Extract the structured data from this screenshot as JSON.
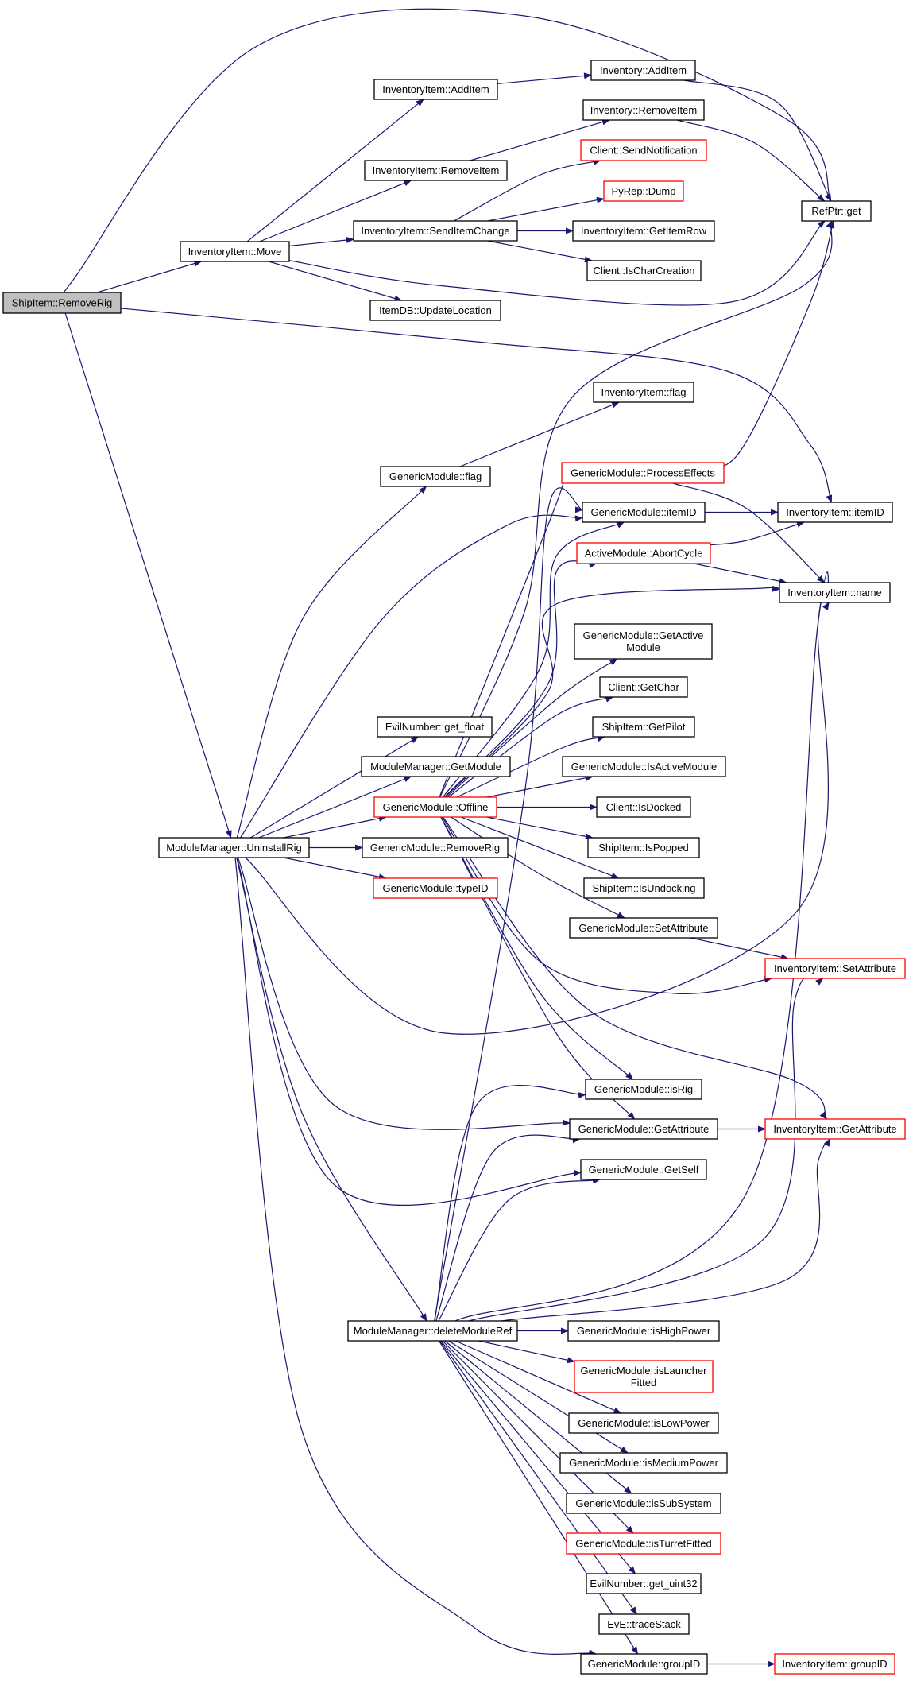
{
  "colors": {
    "edge": "#191970",
    "node_border": "#000000",
    "truncated_border": "#ff0000",
    "root_fill": "#bfbfbf",
    "node_fill": "#ffffff"
  },
  "nodes": [
    {
      "id": "root",
      "lines": [
        "ShipItem::RemoveRig"
      ],
      "kind": "root"
    },
    {
      "id": "ii_move",
      "lines": [
        "InventoryItem::Move"
      ],
      "kind": "normal"
    },
    {
      "id": "ii_additem",
      "lines": [
        "InventoryItem::AddItem"
      ],
      "kind": "normal"
    },
    {
      "id": "inv_additem",
      "lines": [
        "Inventory::AddItem"
      ],
      "kind": "normal"
    },
    {
      "id": "inv_removeitem",
      "lines": [
        "Inventory::RemoveItem"
      ],
      "kind": "normal"
    },
    {
      "id": "client_sendnotification",
      "lines": [
        "Client::SendNotification"
      ],
      "kind": "truncated"
    },
    {
      "id": "ii_removeitem",
      "lines": [
        "InventoryItem::RemoveItem"
      ],
      "kind": "normal"
    },
    {
      "id": "pyrep_dump",
      "lines": [
        "PyRep::Dump"
      ],
      "kind": "truncated"
    },
    {
      "id": "refptr_get",
      "lines": [
        "RefPtr::get"
      ],
      "kind": "normal"
    },
    {
      "id": "ii_senditemchange",
      "lines": [
        "InventoryItem::SendItemChange"
      ],
      "kind": "normal"
    },
    {
      "id": "ii_getitemrow",
      "lines": [
        "InventoryItem::GetItemRow"
      ],
      "kind": "normal"
    },
    {
      "id": "client_ischarcreation",
      "lines": [
        "Client::IsCharCreation"
      ],
      "kind": "normal"
    },
    {
      "id": "itemdb_updatelocation",
      "lines": [
        "ItemDB::UpdateLocation"
      ],
      "kind": "normal"
    },
    {
      "id": "ii_flag",
      "lines": [
        "InventoryItem::flag"
      ],
      "kind": "normal"
    },
    {
      "id": "gm_flag",
      "lines": [
        "GenericModule::flag"
      ],
      "kind": "normal"
    },
    {
      "id": "gm_processeffects",
      "lines": [
        "GenericModule::ProcessEffects"
      ],
      "kind": "truncated"
    },
    {
      "id": "gm_itemid",
      "lines": [
        "GenericModule::itemID"
      ],
      "kind": "normal"
    },
    {
      "id": "ii_itemid",
      "lines": [
        "InventoryItem::itemID"
      ],
      "kind": "normal"
    },
    {
      "id": "am_abortcycle",
      "lines": [
        "ActiveModule::AbortCycle"
      ],
      "kind": "truncated"
    },
    {
      "id": "ii_name",
      "lines": [
        "InventoryItem::name"
      ],
      "kind": "normal"
    },
    {
      "id": "gm_getactivemodule",
      "lines": [
        "GenericModule::GetActive",
        "Module"
      ],
      "kind": "normal"
    },
    {
      "id": "client_getchar",
      "lines": [
        "Client::GetChar"
      ],
      "kind": "normal"
    },
    {
      "id": "evil_getfloat",
      "lines": [
        "EvilNumber::get_float"
      ],
      "kind": "normal"
    },
    {
      "id": "si_getpilot",
      "lines": [
        "ShipItem::GetPilot"
      ],
      "kind": "normal"
    },
    {
      "id": "mm_getmodule",
      "lines": [
        "ModuleManager::GetModule"
      ],
      "kind": "normal"
    },
    {
      "id": "gm_isactivemodule",
      "lines": [
        "GenericModule::IsActiveModule"
      ],
      "kind": "normal"
    },
    {
      "id": "gm_offline",
      "lines": [
        "GenericModule::Offline"
      ],
      "kind": "truncated"
    },
    {
      "id": "client_isdocked",
      "lines": [
        "Client::IsDocked"
      ],
      "kind": "normal"
    },
    {
      "id": "mm_uninstallrig",
      "lines": [
        "ModuleManager::UninstallRig"
      ],
      "kind": "normal"
    },
    {
      "id": "gm_removerig",
      "lines": [
        "GenericModule::RemoveRig"
      ],
      "kind": "normal"
    },
    {
      "id": "si_ispopped",
      "lines": [
        "ShipItem::IsPopped"
      ],
      "kind": "normal"
    },
    {
      "id": "gm_typeid",
      "lines": [
        "GenericModule::typeID"
      ],
      "kind": "truncated"
    },
    {
      "id": "si_isundocking",
      "lines": [
        "ShipItem::IsUndocking"
      ],
      "kind": "normal"
    },
    {
      "id": "gm_setattribute",
      "lines": [
        "GenericModule::SetAttribute"
      ],
      "kind": "normal"
    },
    {
      "id": "ii_setattribute",
      "lines": [
        "InventoryItem::SetAttribute"
      ],
      "kind": "truncated"
    },
    {
      "id": "gm_isrig",
      "lines": [
        "GenericModule::isRig"
      ],
      "kind": "normal"
    },
    {
      "id": "gm_getattribute",
      "lines": [
        "GenericModule::GetAttribute"
      ],
      "kind": "normal"
    },
    {
      "id": "ii_getattribute",
      "lines": [
        "InventoryItem::GetAttribute"
      ],
      "kind": "truncated"
    },
    {
      "id": "gm_getself",
      "lines": [
        "GenericModule::GetSelf"
      ],
      "kind": "normal"
    },
    {
      "id": "mm_deletemoduleref",
      "lines": [
        "ModuleManager::deleteModuleRef"
      ],
      "kind": "normal"
    },
    {
      "id": "gm_ishighpower",
      "lines": [
        "GenericModule::isHighPower"
      ],
      "kind": "normal"
    },
    {
      "id": "gm_islauncherfitted",
      "lines": [
        "GenericModule::isLauncher",
        "Fitted"
      ],
      "kind": "truncated"
    },
    {
      "id": "gm_islowpower",
      "lines": [
        "GenericModule::isLowPower"
      ],
      "kind": "normal"
    },
    {
      "id": "gm_ismediumpower",
      "lines": [
        "GenericModule::isMediumPower"
      ],
      "kind": "normal"
    },
    {
      "id": "gm_issubsystem",
      "lines": [
        "GenericModule::isSubSystem"
      ],
      "kind": "normal"
    },
    {
      "id": "gm_isturretfitted",
      "lines": [
        "GenericModule::isTurretFitted"
      ],
      "kind": "truncated"
    },
    {
      "id": "evil_getuint32",
      "lines": [
        "EvilNumber::get_uint32"
      ],
      "kind": "normal"
    },
    {
      "id": "eve_tracestack",
      "lines": [
        "EvE::traceStack"
      ],
      "kind": "normal"
    },
    {
      "id": "gm_groupid",
      "lines": [
        "GenericModule::groupID"
      ],
      "kind": "normal"
    },
    {
      "id": "ii_groupid",
      "lines": [
        "InventoryItem::groupID"
      ],
      "kind": "truncated"
    }
  ]
}
